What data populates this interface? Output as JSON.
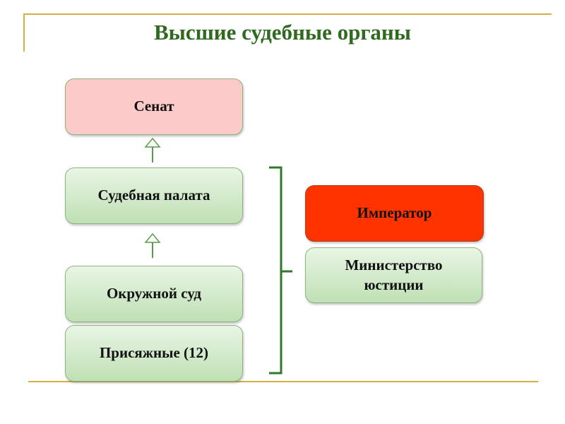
{
  "title": "Высшие судебные органы",
  "boxes": {
    "senate": "Сенат",
    "judicial_chamber": "Судебная палата",
    "district_court": "Окружной суд",
    "jurors": "Присяжные (12)",
    "emperor": "Император",
    "ministry": "Министерство юстиции"
  },
  "colors": {
    "title": "#2f6a20",
    "emperor": "#ff3300",
    "senate": "#fdcaca",
    "line": "#d4b040"
  }
}
